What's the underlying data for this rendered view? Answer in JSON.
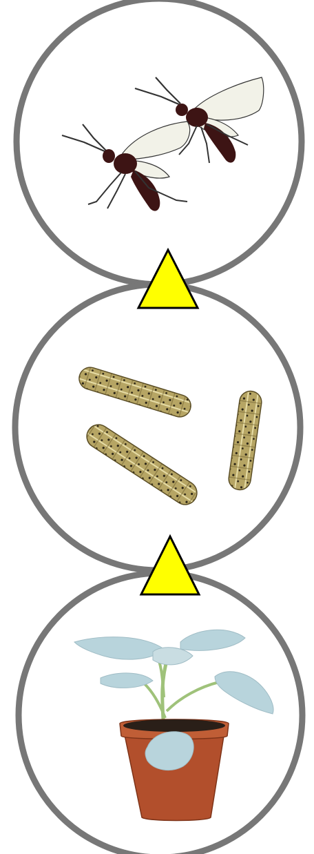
{
  "diagram": {
    "type": "trophic-chain",
    "direction": "bottom-to-top",
    "levels": [
      {
        "id": "parasitoid",
        "icon": "parasitoid-wasps-icon"
      },
      {
        "id": "herbivore",
        "icon": "caterpillars-icon"
      },
      {
        "id": "plant",
        "icon": "potted-plant-icon"
      }
    ],
    "arrows": [
      {
        "from": "herbivore",
        "to": "parasitoid",
        "icon": "up-triangle-arrow-icon"
      },
      {
        "from": "plant",
        "to": "herbivore",
        "icon": "up-triangle-arrow-icon"
      }
    ],
    "colors": {
      "circle_border": "#777777",
      "arrow_fill": "#ffff00",
      "wasp_body": "#3d1414",
      "wasp_wing": "#f2f2e8",
      "caterpillar_body": "#b6a564",
      "leaf": "#b8d4dc",
      "stem": "#9fc27a",
      "pot": "#b24f2c",
      "soil": "#2a1f18"
    }
  }
}
